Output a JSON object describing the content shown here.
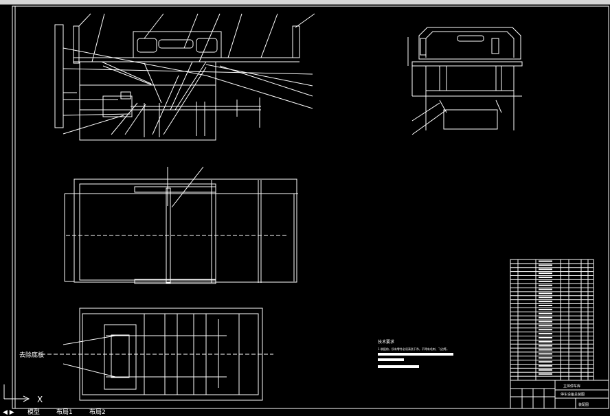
{
  "app": {
    "toolbar_items": [
      "",
      "",
      ""
    ]
  },
  "drawing": {
    "annotation_left": "去除底板",
    "notes_title": "技术要求",
    "notes_line1": "1.装配前，所有零件必须清洗干净，不得有毛刺、飞边等。",
    "title_block_name": "立体停车库",
    "title_block_sub": "停车设备总装图",
    "title_block_code": "装配图"
  },
  "model_tabs": {
    "items": [
      "模型",
      "布局1",
      "布局2"
    ]
  },
  "colors": {
    "background": "#000000",
    "line": "#ffffff",
    "toolbar": "#d6d6d6"
  }
}
